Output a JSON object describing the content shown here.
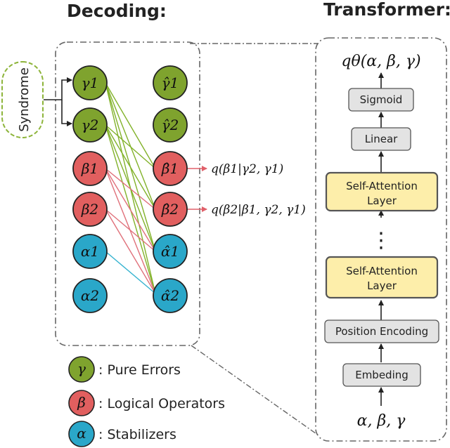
{
  "titles": {
    "decoding": "Decoding:",
    "transformer": "Transformer:"
  },
  "syndrome": {
    "label": "Syndrome"
  },
  "nodes": {
    "gamma1": "γ1",
    "gamma2": "γ2",
    "beta1": "β1",
    "beta2": "β2",
    "alpha1": "α1",
    "alpha2": "α2",
    "gamma1_hat": "γ̂1",
    "gamma2_hat": "γ̂2",
    "beta1_hat": "β̂1",
    "beta2_hat": "β̂2",
    "alpha1_hat": "α̂1",
    "alpha2_hat": "α̂2"
  },
  "outputs": {
    "beta1_prob": "q(β1|γ2, γ1)",
    "beta2_prob": "q(β2|β1, γ2, γ1)"
  },
  "legend": [
    {
      "symbol": "γ",
      "text": ": Pure Errors",
      "color": "#7fa32e"
    },
    {
      "symbol": "β",
      "text": ": Logical Operators",
      "color": "#e15f5f"
    },
    {
      "symbol": "α",
      "text": ": Stabilizers",
      "color": "#2aa7c9"
    }
  ],
  "transformer": {
    "output": "qθ(α, β, γ)",
    "blocks": {
      "sigmoid": "Sigmoid",
      "linear": "Linear",
      "self_attention_top": [
        "Self-Attention",
        "Layer"
      ],
      "self_attention_bottom": [
        "Self-Attention",
        "Layer"
      ],
      "position_encoding": "Position Encoding",
      "embedding": "Embeding"
    },
    "ellipsis": "⋮",
    "input": "α, β, γ"
  },
  "colors": {
    "gamma": "#7fa32e",
    "beta": "#e15f5f",
    "alpha": "#2aa7c9",
    "grey_box": "#e3e3e3",
    "yellow_box": "#fdeeaa",
    "green_edge": "#82b22a",
    "red_edge": "#e0707a",
    "blue_edge": "#35b3d0"
  }
}
